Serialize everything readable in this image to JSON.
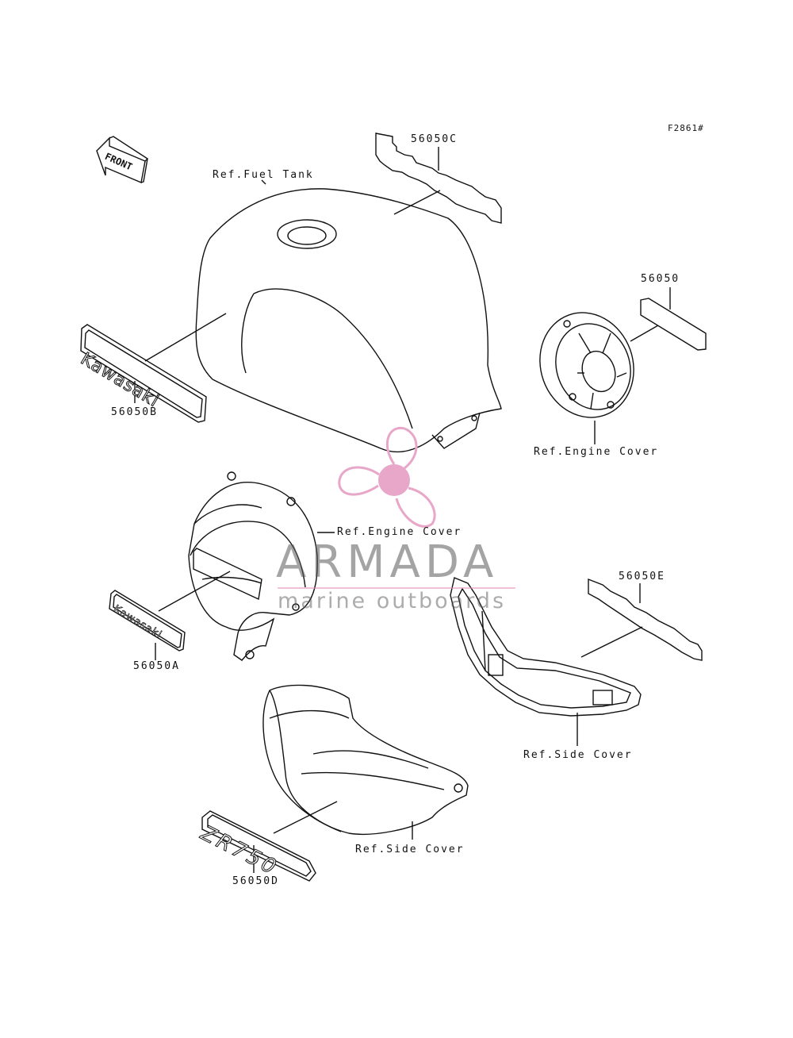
{
  "figure_code": "F2861#",
  "front_arrow_label": "FRONT",
  "callouts": {
    "fuel_tank": "Ref.Fuel Tank",
    "part_56050C": "56050C",
    "part_56050": "56050",
    "engine_cover_right": "Ref.Engine Cover",
    "part_56050B": "56050B",
    "engine_cover_left": "Ref.Engine Cover",
    "part_56050E": "56050E",
    "part_56050A": "56050A",
    "side_cover_right": "Ref.Side Cover",
    "side_cover_left": "Ref.Side Cover",
    "part_56050D": "56050D"
  },
  "decals": {
    "tank_emblem": "Kawasaki",
    "engine_cover_emblem": "Kawasaki",
    "side_cover_emblem": "ZR750"
  },
  "watermark": {
    "brand": "ARMADA",
    "tagline": "marine outboards",
    "logo_icon": "propeller-icon",
    "accent_color": "#e8a6c8"
  }
}
